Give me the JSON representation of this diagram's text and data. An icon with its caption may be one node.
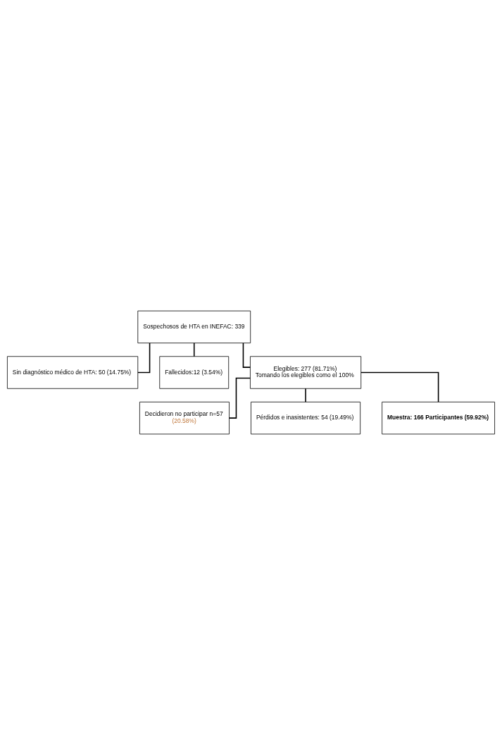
{
  "diagram": {
    "nodes": [
      {
        "text": [
          "Sospechosos de HTA en INEFAC: 339"
        ]
      },
      {
        "text": [
          "Sin diagnóstico médico de HTA: 50 (14.75%)"
        ]
      },
      {
        "text": [
          "Fallecidos:12 (3.54%)"
        ]
      },
      {
        "text": [
          "Elegibles: 277 (81.71%)",
          "Tomando los elegibles como el 100%"
        ]
      },
      {
        "text": [
          "Decidieron no participar n=57",
          "(20.58%)"
        ]
      },
      {
        "text": [
          "Pérdidos e inasistentes: 54 (19.49%)"
        ]
      },
      {
        "text": [
          "Muestra: 166 Participantes (59.92%)"
        ]
      }
    ],
    "edges": [
      {
        "from": 0,
        "to": 1,
        "arrow": "none"
      },
      {
        "from": 0,
        "to": 2,
        "arrow": "none"
      },
      {
        "from": 0,
        "to": 3,
        "arrow": "none"
      },
      {
        "from": 3,
        "to": 4,
        "arrow": "none"
      },
      {
        "from": 3,
        "to": 5,
        "arrow": "none"
      },
      {
        "from": 3,
        "to": 6,
        "arrow": "none"
      }
    ]
  }
}
